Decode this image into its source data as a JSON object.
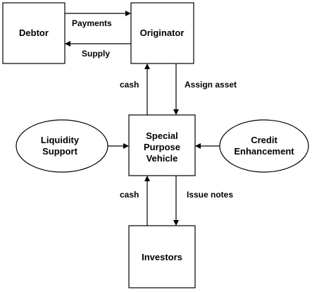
{
  "nodes": {
    "debtor": "Debtor",
    "originator": "Originator",
    "spv": [
      "Special",
      "Purpose",
      "Vehicle"
    ],
    "liquidity": [
      "Liquidity",
      "Support"
    ],
    "credit": [
      "Credit",
      "Enhancement"
    ],
    "investors": "Investors"
  },
  "edges": {
    "payments": "Payments",
    "supply": "Supply",
    "cash_top": "cash",
    "assign_asset": "Assign asset",
    "cash_bottom": "cash",
    "issue_notes": "Issue notes"
  }
}
